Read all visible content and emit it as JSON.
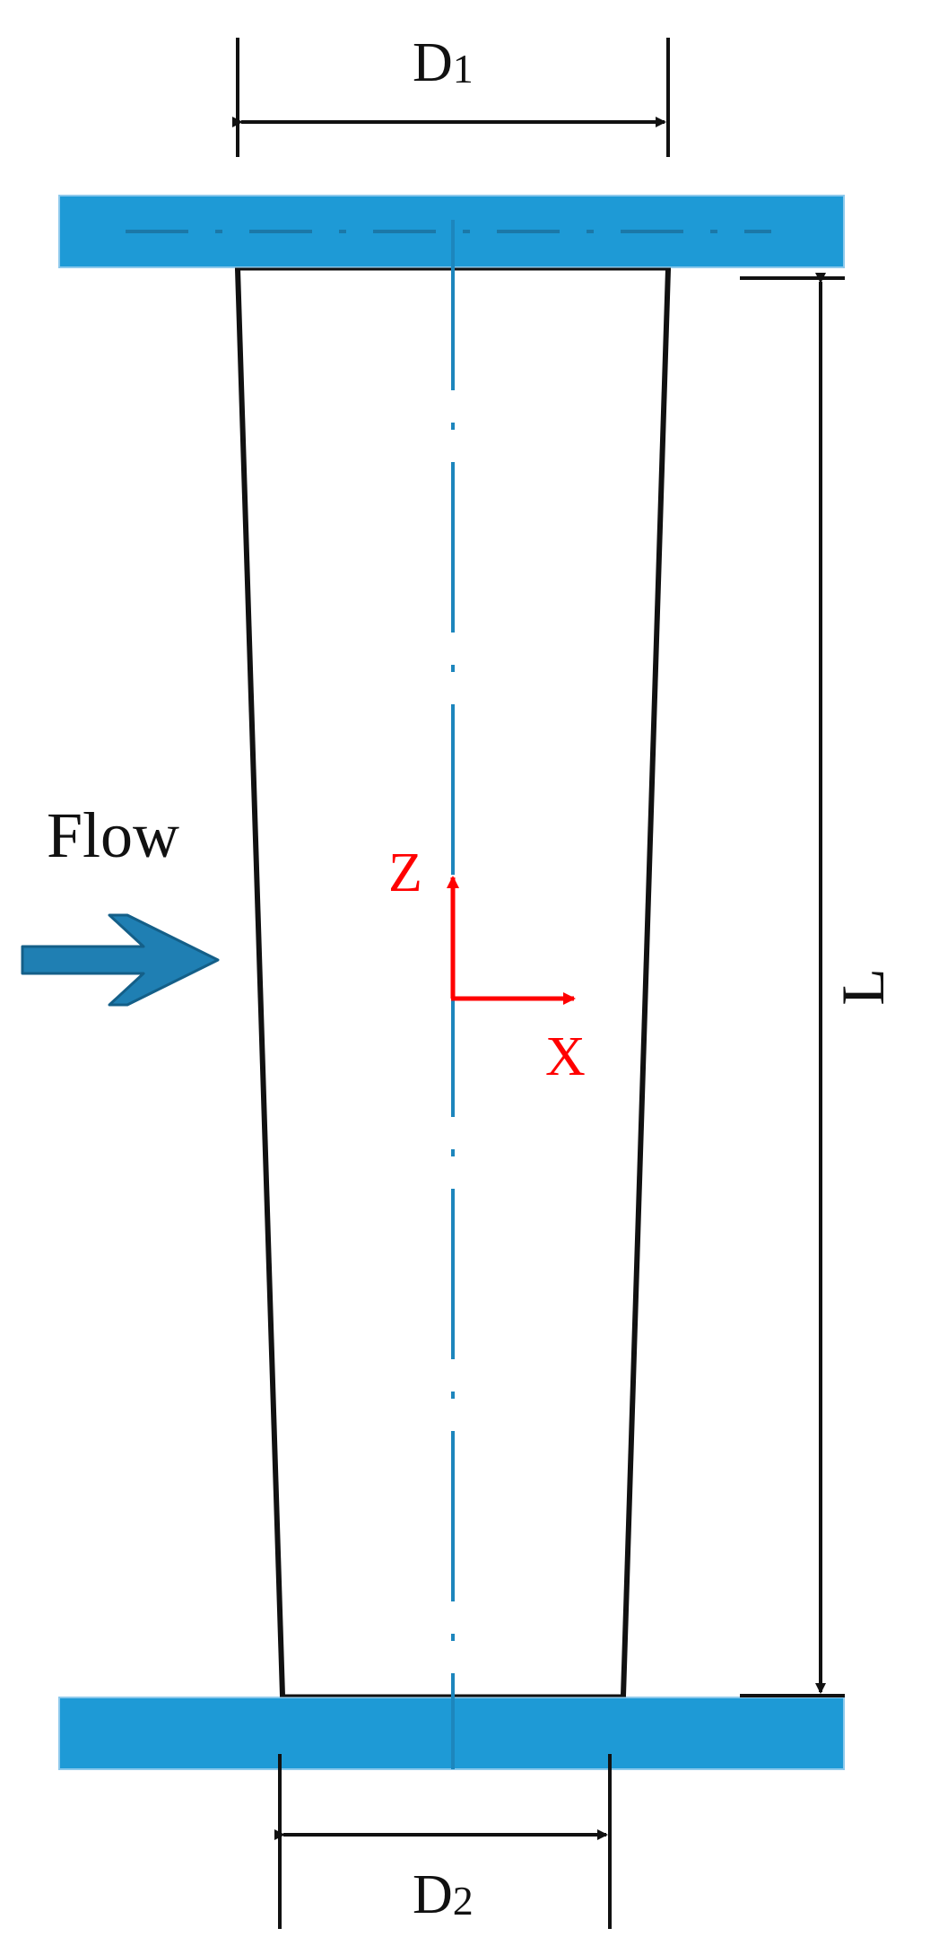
{
  "labels": {
    "d1_main": "D",
    "d1_sub": "1",
    "d2_main": "D",
    "d2_sub": "2",
    "length": "L",
    "flow": "Flow",
    "axis_z": "Z",
    "axis_x": "X"
  },
  "colors": {
    "plate": "#1e9ad6",
    "centerline": "#1d86bd",
    "flow_arrow": "#1f7fb3",
    "flow_arrow_edge": "#145f88",
    "axes": "#ff0000",
    "outline": "#111111"
  },
  "icons": {
    "flow_arrow": "right-arrow-icon",
    "coordinate_axes": "xz-axes-icon"
  }
}
